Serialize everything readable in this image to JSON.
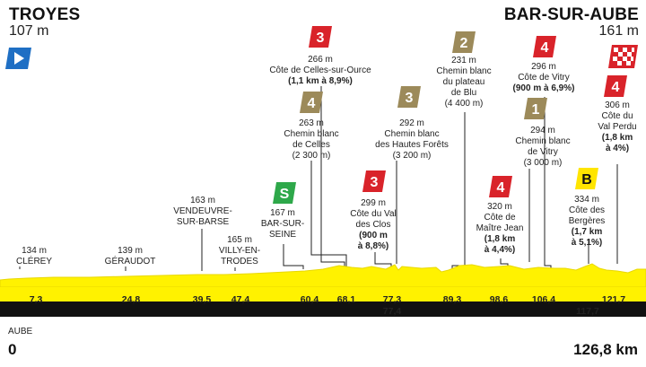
{
  "start": {
    "name": "TROYES",
    "altitude": "107 m"
  },
  "finish": {
    "name": "BAR-SUR-AUBE",
    "altitude": "161 m"
  },
  "department": "AUBE",
  "distance": {
    "start": "0",
    "end": "126,8 km"
  },
  "km_markers": [
    "7,3",
    "24,8",
    "39,5",
    "47,4",
    "60,4",
    "68,1",
    "77,3",
    "77,4",
    "89,3",
    "98,6",
    "106,4",
    "117,7",
    "121,7"
  ],
  "waypoints": [
    {
      "alt": "134 m",
      "name": "CLÉREY"
    },
    {
      "alt": "139 m",
      "name": "GÉRAUDOT"
    },
    {
      "alt": "163 m",
      "name": "VENDEUVRE-SUR-BARSE"
    },
    {
      "alt": "165 m",
      "name": "VILLY-EN-TRODES"
    },
    {
      "alt": "167 m",
      "name": "BAR-SUR-SEINE",
      "badge": "S"
    },
    {
      "alt": "266 m",
      "name": "Côte de Celles-sur-Ource",
      "detail": "(1,1 km à 8,9%)",
      "badge": "3"
    },
    {
      "alt": "263 m",
      "name": "Chemin blanc de Celles",
      "detail": "(2 300 m)",
      "badge": "4"
    },
    {
      "alt": "292 m",
      "name": "Chemin blanc des Hautes Forêts",
      "detail": "(3 200 m)",
      "badge": "3"
    },
    {
      "alt": "299 m",
      "name": "Côte du Val des Clos",
      "detail": "(900 m à 8,8%)",
      "badge": "3"
    },
    {
      "alt": "231 m",
      "name": "Chemin blanc du plateau de Blu",
      "detail": "(4 400 m)",
      "badge": "2"
    },
    {
      "alt": "320 m",
      "name": "Côte de Maître Jean",
      "detail": "(1,8 km à 4,4%)",
      "badge": "4"
    },
    {
      "alt": "296 m",
      "name": "Côte de Vitry",
      "detail": "(900 m à 6,9%)",
      "badge": "4"
    },
    {
      "alt": "294 m",
      "name": "Chemin blanc de Vitry",
      "detail": "(3 000 m)",
      "badge": "1"
    },
    {
      "alt": "334 m",
      "name": "Côte des Bergères",
      "detail": "(1,7 km à 5,1%)",
      "badge": "B"
    },
    {
      "alt": "306 m",
      "name": "Côte du Val Perdu",
      "detail": "(1,8 km à 4%)",
      "badge": "4"
    }
  ],
  "colors": {
    "profile": "#fff200",
    "profile_edge": "#e8d800",
    "strip": "#111111",
    "climb": "#d9232a",
    "gravel": "#9c8a5a",
    "sprint": "#2ea84a",
    "bonus": "#ffe500",
    "start_flag": "#1f6fc4"
  }
}
